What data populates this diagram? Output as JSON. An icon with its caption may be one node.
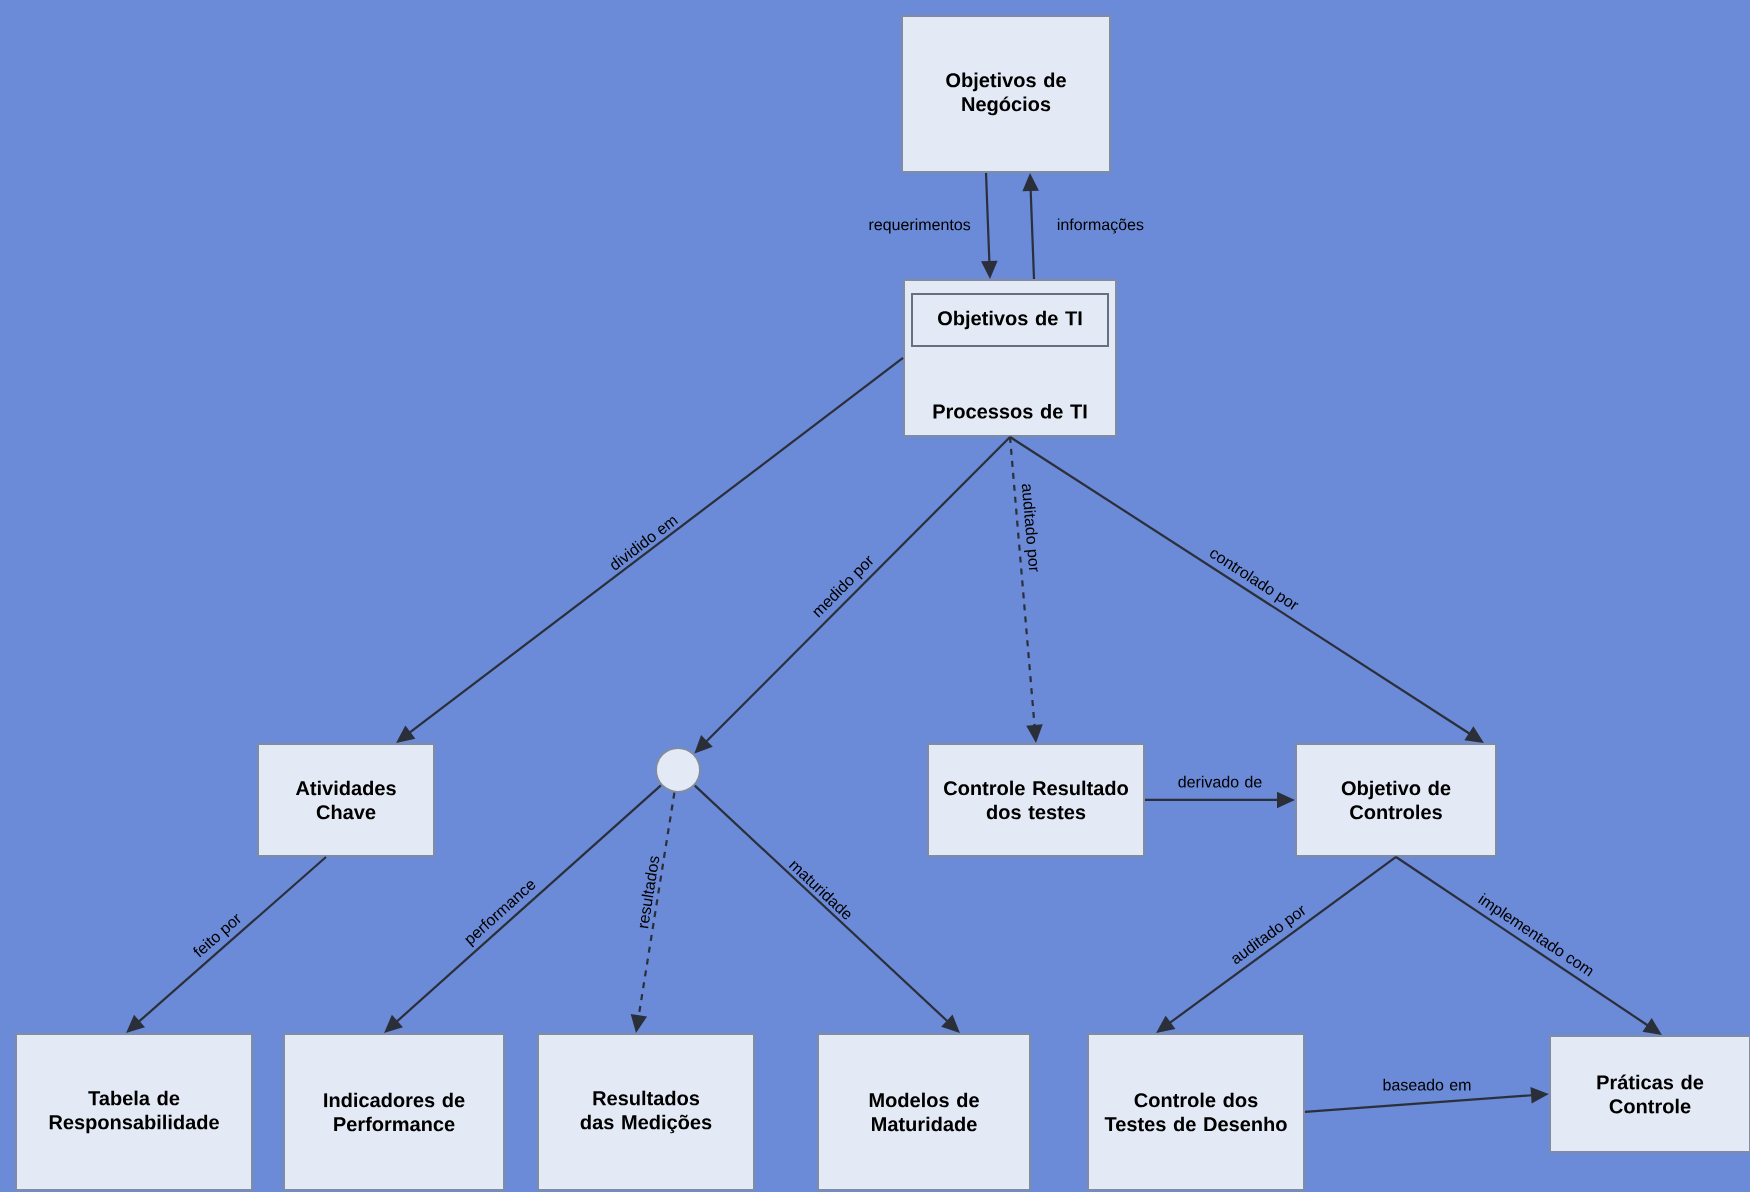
{
  "diagram": {
    "nodes": [
      {
        "text": [
          "Objetivos de Negócios"
        ]
      },
      {
        "text": [
          "Processos de TI"
        ]
      },
      {
        "text": [
          "Objetivos de TI"
        ],
        "in": 1
      },
      {
        "text": [
          "Atividades Chave"
        ]
      },
      {
        "text": [],
        "shape": "circle"
      },
      {
        "text": [
          "Controle Resultado dos testes"
        ]
      },
      {
        "text": [
          "Objetivo de Controles"
        ]
      },
      {
        "text": [
          "Tabela de Responsabilidade"
        ]
      },
      {
        "text": [
          "Indicadores de Performance"
        ]
      },
      {
        "text": [
          "Resultados das Medições"
        ]
      },
      {
        "text": [
          "Modelos de Maturidade"
        ]
      },
      {
        "text": [
          "Controle dos Testes de Desenho"
        ]
      },
      {
        "text": [
          "Práticas de Controle"
        ]
      }
    ],
    "edges": [
      {
        "from": 0,
        "to": 1,
        "arrow": "to",
        "label": "requerimentos"
      },
      {
        "from": 1,
        "to": 0,
        "arrow": "to",
        "label": "informações"
      },
      {
        "from": 1,
        "to": 3,
        "arrow": "to",
        "label": "dividido em"
      },
      {
        "from": 1,
        "to": 4,
        "arrow": "to",
        "label": "medido por"
      },
      {
        "from": 1,
        "to": 5,
        "arrow": "to",
        "label": "auditado por",
        "style": "dashed"
      },
      {
        "from": 1,
        "to": 6,
        "arrow": "to",
        "label": "controlado por"
      },
      {
        "from": 5,
        "to": 6,
        "arrow": "to",
        "label": "derivado de"
      },
      {
        "from": 3,
        "to": 7,
        "arrow": "to",
        "label": "feito por"
      },
      {
        "from": 4,
        "to": 8,
        "arrow": "to",
        "label": "performance"
      },
      {
        "from": 4,
        "to": 9,
        "arrow": "to",
        "label": "resultados",
        "style": "dashed"
      },
      {
        "from": 4,
        "to": 10,
        "arrow": "to",
        "label": "maturidade"
      },
      {
        "from": 6,
        "to": 11,
        "arrow": "to",
        "label": "auditado por"
      },
      {
        "from": 6,
        "to": 12,
        "arrow": "to",
        "label": "implementado com"
      },
      {
        "from": 11,
        "to": 12,
        "arrow": "to",
        "label": "baseado em"
      }
    ]
  }
}
